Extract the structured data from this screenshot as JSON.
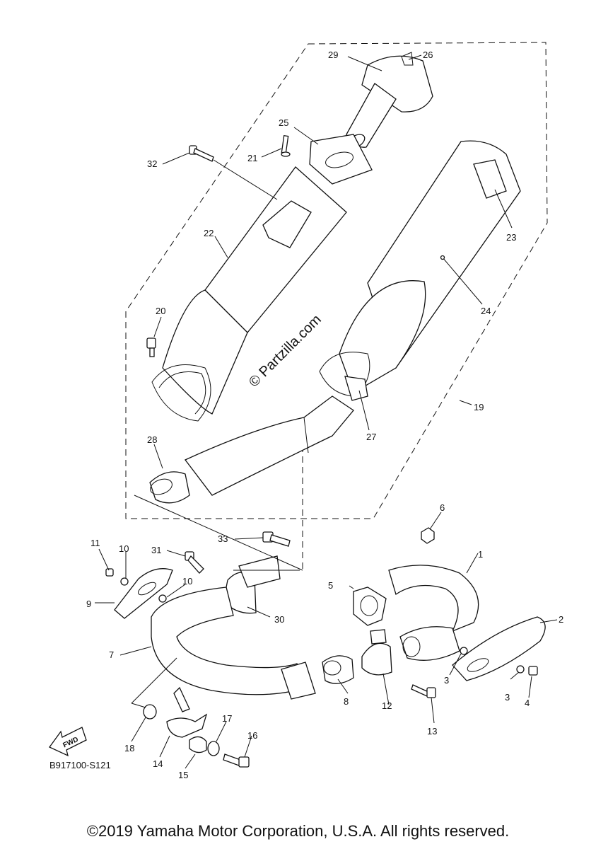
{
  "callouts": [
    "1",
    "2",
    "3",
    "3",
    "4",
    "5",
    "6",
    "7",
    "8",
    "9",
    "10",
    "10",
    "11",
    "12",
    "13",
    "14",
    "15",
    "16",
    "17",
    "18",
    "19",
    "20",
    "21",
    "22",
    "23",
    "24",
    "25",
    "26",
    "27",
    "28",
    "29",
    "30",
    "31",
    "32",
    "33"
  ],
  "watermark": "© Partzilla.com",
  "diagram_code": "B917100-S121",
  "fwd_label": "FWD",
  "copyright": "©2019 Yamaha Motor Corporation, U.S.A. All rights reserved."
}
